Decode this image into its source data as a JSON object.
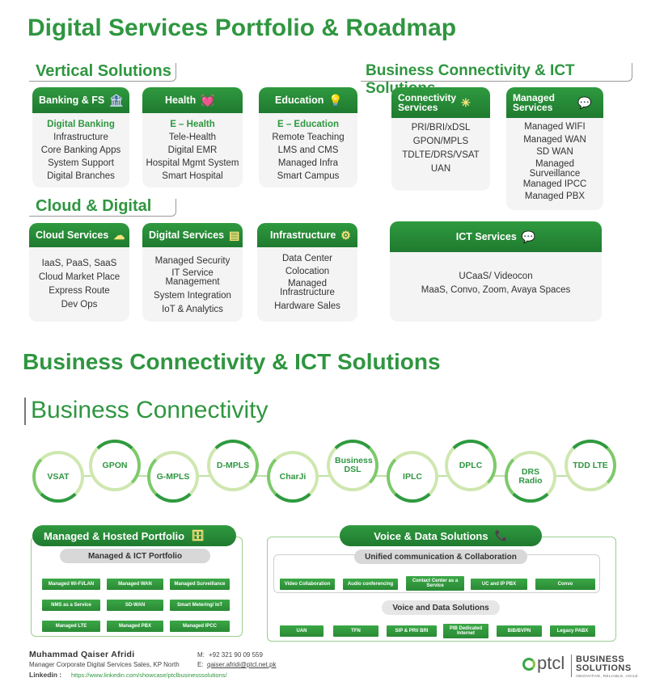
{
  "page_title": "Digital Services Portfolio & Roadmap",
  "vertical": {
    "title": "Vertical Solutions",
    "cards": [
      {
        "head": "Banking & FS",
        "icon": "bank-icon",
        "lines": [
          "Digital Banking",
          "Infrastructure",
          "Core Banking Apps",
          "System Support",
          "Digital Branches"
        ]
      },
      {
        "head": "Health",
        "icon": "heartbeat-icon",
        "lines": [
          "E – Health",
          "Tele-Health",
          "Digital EMR",
          "Hospital Mgmt System",
          "Smart Hospital"
        ]
      },
      {
        "head": "Education",
        "icon": "monitor-bulb-icon",
        "lines": [
          "E – Education",
          "Remote Teaching",
          "LMS and CMS",
          "Managed Infra",
          "Smart Campus"
        ]
      }
    ]
  },
  "bci": {
    "title": "Business Connectivity & ICT Solutions",
    "cards": [
      {
        "head": "Connectivity\nServices",
        "head1": "Connectivity",
        "head2": "Services",
        "icon": "network-icon",
        "lines": [
          "PRI/BRI/xDSL",
          "GPON/MPLS",
          "TDLTE/DRS/VSAT",
          "UAN"
        ]
      },
      {
        "head1": "Managed",
        "head2": "Services",
        "icon": "chat-icon",
        "lines": [
          "Managed WIFI",
          "Managed WAN",
          "SD WAN",
          "Managed",
          "Surveillance",
          "Managed IPCC",
          "Managed PBX"
        ]
      }
    ],
    "ict": {
      "head": "ICT Services",
      "icon": "chat-icon",
      "lines": [
        "UCaaS/ Videocon",
        "MaaS, Convo, Zoom, Avaya Spaces"
      ]
    }
  },
  "cloud": {
    "title": "Cloud & Digital",
    "cards": [
      {
        "head": "Cloud Services",
        "icon": "cloud-icon",
        "lines": [
          "IaaS, PaaS, SaaS",
          "Cloud Market Place",
          "Express Route",
          "Dev Ops"
        ]
      },
      {
        "head": "Digital Services",
        "icon": "circuit-icon",
        "lines": [
          "Managed Security",
          "IT Service",
          "Management",
          "System Integration",
          "IoT & Analytics"
        ]
      },
      {
        "head": "Infrastructure",
        "icon": "gear-icon",
        "lines": [
          "Data Center",
          "Colocation",
          "Managed",
          "Infrastructure",
          "Hardware Sales"
        ]
      }
    ]
  },
  "section2_title": "Business Connectivity & ICT Solutions",
  "bc_title": "Business Connectivity",
  "bubbles": [
    "VSAT",
    "GPON",
    "G-MPLS",
    "D-MPLS",
    "CharJi",
    "Business DSL",
    "IPLC",
    "DPLC",
    "DRS Radio",
    "TDD LTE"
  ],
  "managed": {
    "title": "Managed & Hosted Portfolio",
    "sub": "Managed & ICT Portfolio",
    "chips": [
      "Managed Wi-Fi/LAN",
      "Managed WAN",
      "Managed Surveillance",
      "NMS as a Service",
      "SD-WAN",
      "Smart Metering/ IoT",
      "Managed LTE",
      "Managed PBX",
      "Managed IPCC"
    ]
  },
  "voice": {
    "title": "Voice & Data Solutions",
    "sub1": "Unified communication  & Collaboration",
    "row1": [
      "Video Collaboration",
      "Audio conferencing",
      "Contact Center as a Service",
      "UC and IP PBX",
      "Convo"
    ],
    "sub2": "Voice and Data Solutions",
    "row2": [
      "UAN",
      "TFN",
      "SIP & PRI/ BRI",
      "PIB Dedicated Internet",
      "BIB/BVPN",
      "Legacy PABX"
    ]
  },
  "footer": {
    "name": "Muhammad Qaiser Afridi",
    "role": "Manager Corporate Digital Services Sales, KP North",
    "linkedin_label": "Linkedin :",
    "linkedin_url": "https://www.linkedin.com/showcase/ptclbusinesssolutions/",
    "mobile_label": "M:",
    "mobile": "+92 321 90 09 559",
    "email_label": "E:",
    "email": "qaiser.afridi@ptcl.net.pk",
    "logo_text": "ptcl",
    "brand1": "BUSINESS",
    "brand2": "SOLUTIONS",
    "tagline": "INNOVATIVE, RELIABLE, AGILE"
  },
  "colors": {
    "primary_green": "#2f9640",
    "dark_green": "#1f7a2f",
    "light_grey": "#f4f4f4"
  }
}
